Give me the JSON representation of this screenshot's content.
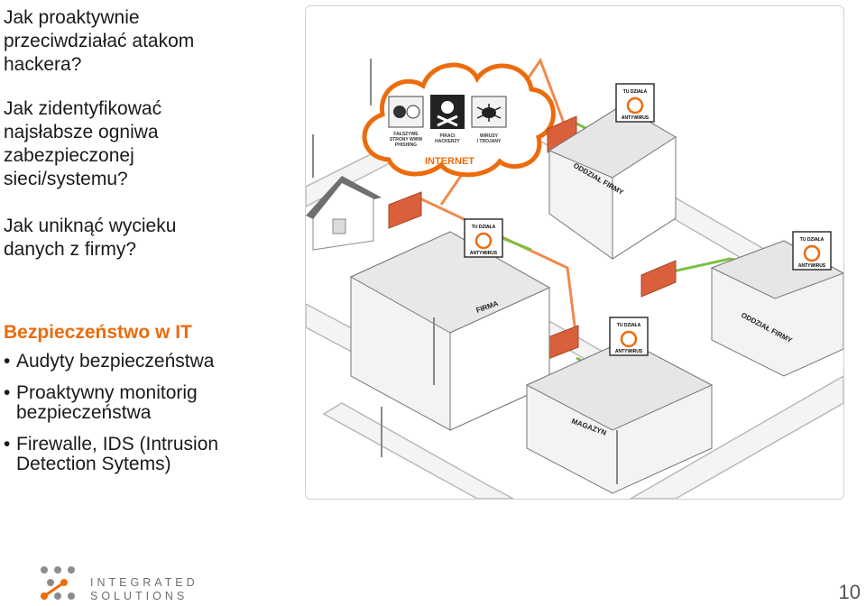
{
  "questions": [
    "Jak proaktywnie przeciwdziałać atakom hackera?",
    "Jak zidentyfikować najsłabsze ogniwa zabezpieczonej sieci/systemu?",
    "Jak uniknąć wycieku danych z firmy?"
  ],
  "section": {
    "title": "Bezpieczeństwo w IT",
    "bullet_char": "•",
    "bullets": [
      "Audyty bezpieczeństwa",
      "Proaktywny monitorig bezpieczeństwa",
      "Firewalle, IDS (Intrusion Detection Sytems)"
    ]
  },
  "illustration": {
    "cloud_label": "INTERNET",
    "threats": [
      {
        "icon": "fake-website-icon",
        "label_line1": "FAŁSZYWE",
        "label_line2": "STRONY WWW",
        "label_line3": "PHISHING"
      },
      {
        "icon": "skull-icon",
        "label_line1": "PIRACI",
        "label_line2": "HACKERZY",
        "label_line3": ""
      },
      {
        "icon": "bug-icon",
        "label_line1": "WIRUSY",
        "label_line2": "I TROJANY",
        "label_line3": ""
      }
    ],
    "antivirus_sign": {
      "top": "TU DZIAŁA",
      "bottom": "ANTYWIRUS"
    },
    "buildings": {
      "branch_top": "ODDZIAŁ FIRMY",
      "main": "FIRMA",
      "branch_right": "ODDZIAŁ FIRMY",
      "warehouse": "MAGAZYN"
    }
  },
  "logo": {
    "line1": "INTEGRATED",
    "line2": "SOLUTIONS"
  },
  "page_number": "10",
  "colors": {
    "accent": "#ec6b0b",
    "brick": "#d9603b",
    "network_green": "#7ac143",
    "line_orange": "#f08a4b"
  }
}
